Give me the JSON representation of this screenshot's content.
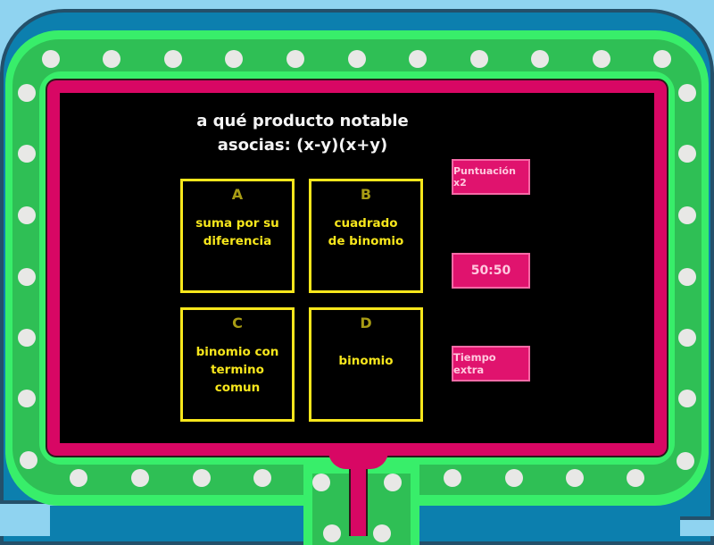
{
  "question": {
    "line1": "a qué producto notable",
    "line2": "asocias: (x-y)(x+y)"
  },
  "answers": [
    {
      "letter": "A",
      "line1": "suma por su",
      "line2": "diferencia"
    },
    {
      "letter": "B",
      "line1": "cuadrado",
      "line2": "de binomio"
    },
    {
      "letter": "C",
      "line1": "binomio con",
      "line2": "termino comun"
    },
    {
      "letter": "D",
      "line1": "binomio",
      "line2": ""
    }
  ],
  "powerups": {
    "double_points": "Puntuación x2",
    "fifty_fifty": "50:50",
    "extra_time": "Tiempo extra"
  },
  "colors": {
    "frame_green": "#38ee6a",
    "frame_green_inner": "#2fbf55",
    "frame_pink": "#d80764",
    "frame_blue": "#0c7fae",
    "answer_yellow": "#f7e61c",
    "powerup_pink": "#e0136e"
  }
}
